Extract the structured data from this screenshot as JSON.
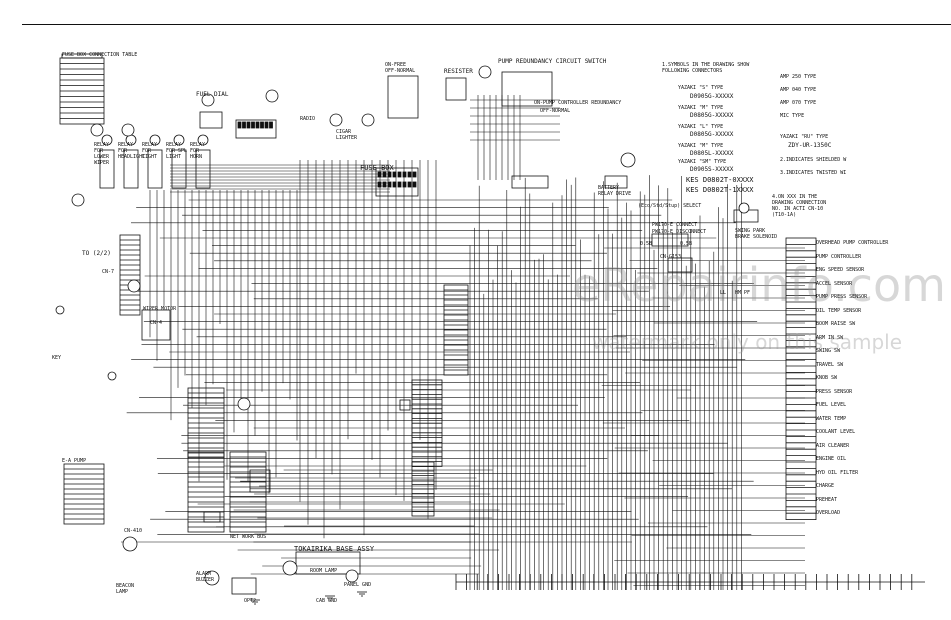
{
  "watermark": {
    "main": "eRepairinfo.com",
    "sub": "watermark only on this sample"
  },
  "labels": {
    "fuse_box_table": "FUSE BOX CONNECTION TABLE",
    "fuel_dial": "FUEL DIAL",
    "radio": "RADIO",
    "cigar_lighter": "CIGAR LIGHTER",
    "on_free_off_normal": "ON-FREE OFF-NORMAL",
    "resister": "RESISTER",
    "pump_redundancy_switch": "PUMP REDUNDANCY CIRCUIT SWITCH",
    "on_pump_controller": "ON-PUMP CONTROLLER REDUNDANCY",
    "off_normal": "OFF-NORMAL",
    "fuse_box": "FUSE BOX",
    "cn_7": "CN-7",
    "to_page": "TO (2/2)",
    "wiper_motor": "WIPER MOTOR",
    "cn_4": "CN-4",
    "key": "KEY",
    "e_a_pump": "E-A PUMP",
    "cn_410": "CN-410",
    "beacon_lamp": "BEACON LAMP",
    "room_lamp": "ROOM LAMP",
    "alarm_buzzer": "ALARM BUZZER",
    "cab_gnd": "CAB GND",
    "panel_gnd": "PANEL GND",
    "tokairika_base": "TOKAIRIKA BASE ASSY",
    "net_work_bus": "NET WORK BUS",
    "opt2": "OPT2",
    "battery_relay": "BATTERY RELAY DRIVE",
    "select_label": "(Eco/Std/Stup) SELECT",
    "pw_connect": "PW170-E CONNECT",
    "pw_disconnect": "PW170-E DISCONNECT",
    "cn_g153": "CN-G153",
    "swing_park": "SWING PARK BRAKE SOLENOID",
    "hm_pf": "HM PF",
    "ll": "LL",
    "dim_058": "0.5B",
    "dim_058b": "0.5B"
  },
  "relays": [
    "RELAY FOR LOWER WIPER",
    "RELAY FOR HEADLIGHT",
    "RELAY FOR LIGHT",
    "RELAY FOR SPL LIGHT",
    "RELAY FOR HORN"
  ],
  "notes": {
    "n1": "1.SYMBOLS IN THE DRAWING SHOW FOLLOWING CONNECTORS",
    "yazaki_1": "YAZAKI \"S\" TYPE",
    "part_1": "D0905G-XXXXX",
    "yazaki_2": "YAZAKI \"M\" TYPE",
    "part_2": "D0805G-XXXXX",
    "yazaki_3": "YAZAKI \"L\" TYPE",
    "part_3": "D0805G-XXXXX",
    "yazaki_4": "YAZAKI \"M\" TYPE",
    "part_4": "D0805L-XXXXX",
    "yazaki_5": "YAZAKI \"SM\" TYPE",
    "part_5": "D0905S-XXXXX",
    "kes_1": "KES D0802T-0XXXX",
    "kes_2": "KES D0802T-1XXXX",
    "amp_1": "AMP 250 TYPE",
    "amp_2": "AMP 040 TYPE",
    "amp_3": "AMP 070 TYPE",
    "mic": "MIC TYPE",
    "yazaki_ru": "YAZAKI \"RU\" TYPE",
    "zdy": "ZDY-UR-1350C",
    "n2": "2.INDICATES SHIELDED W",
    "n3": "3.INDICATES TWISTED WI",
    "n4": "4.ON XXX IN THE DRAWING CONNECTION NO. IN ACTI CN-10 (T10-1A)"
  },
  "right_block_labels": [
    "OVERHEAD PUMP CONTROLLER",
    "PUMP CONTROLLER",
    "ENG SPEED SENSOR",
    "ACCEL SENSOR",
    "PUMP PRESS SENSOR",
    "OIL TEMP SENSOR",
    "BOOM RAISE SW",
    "ARM IN SW",
    "SWING SW",
    "TRAVEL SW",
    "KNOB SW",
    "PRESS SENSOR",
    "FUEL LEVEL",
    "WATER TEMP",
    "COOLANT LEVEL",
    "AIR CLEANER",
    "ENGINE OIL",
    "HYD OIL FILTER",
    "CHARGE",
    "PREHEAT",
    "OVERLOAD"
  ]
}
